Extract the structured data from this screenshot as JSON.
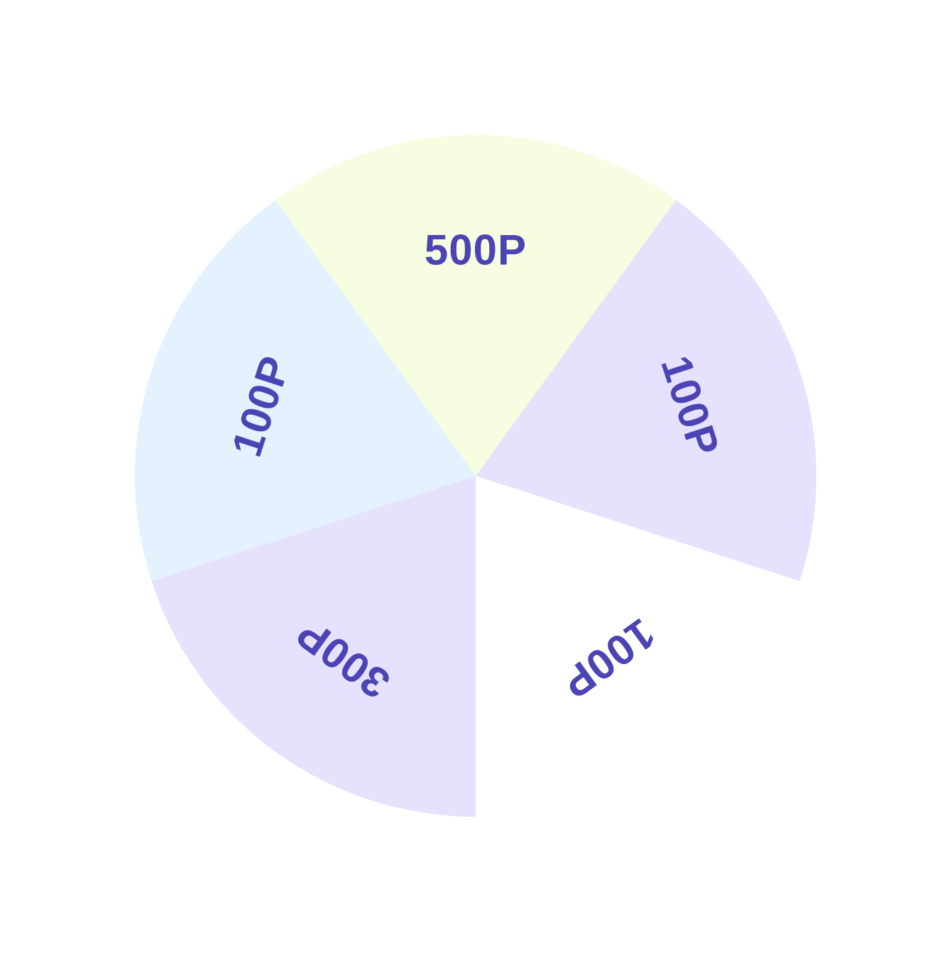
{
  "wheel": {
    "label_color": "#4a44b5",
    "segments": [
      {
        "label": "500P",
        "fill": "#f6fde0"
      },
      {
        "label": "100P",
        "fill": "#e6e1fd"
      },
      {
        "label": "100P",
        "fill": "#ffffff"
      },
      {
        "label": "300P",
        "fill": "#e6e1fd"
      },
      {
        "label": "100P",
        "fill": "#e4f1fe"
      }
    ]
  }
}
